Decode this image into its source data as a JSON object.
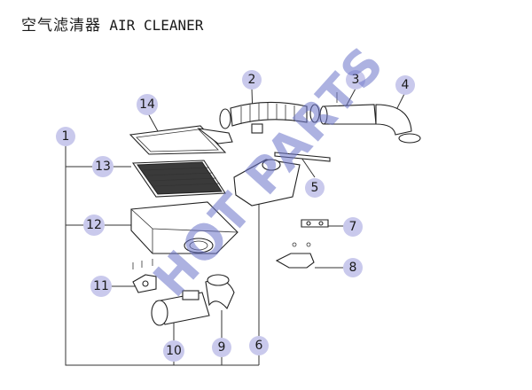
{
  "title": {
    "cn": "空气滤清器",
    "en": "AIR CLEANER"
  },
  "watermark": "HOT PARTS",
  "callouts": [
    {
      "id": "1",
      "label": "1"
    },
    {
      "id": "2",
      "label": "2"
    },
    {
      "id": "3",
      "label": "3"
    },
    {
      "id": "4",
      "label": "4"
    },
    {
      "id": "5",
      "label": "5"
    },
    {
      "id": "6",
      "label": "6"
    },
    {
      "id": "7",
      "label": "7"
    },
    {
      "id": "8",
      "label": "8"
    },
    {
      "id": "9",
      "label": "9"
    },
    {
      "id": "10",
      "label": "10"
    },
    {
      "id": "11",
      "label": "11"
    },
    {
      "id": "12",
      "label": "12"
    },
    {
      "id": "13",
      "label": "13"
    },
    {
      "id": "14",
      "label": "14"
    }
  ],
  "colors": {
    "badge": "#c9c9ec",
    "watermark": "#6a72c9",
    "line": "#222222"
  }
}
